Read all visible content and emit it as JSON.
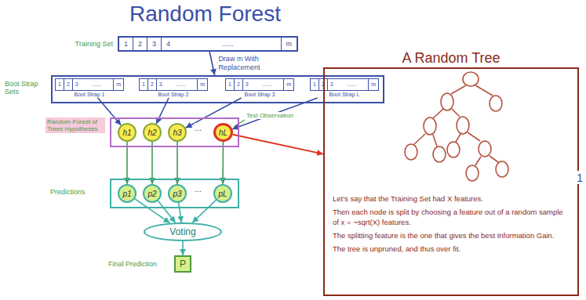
{
  "diagram": {
    "title": "Random Forest",
    "nodes": [
      {
        "text": [
          "Training Set",
          "1",
          "2",
          "3",
          "4",
          "......",
          "m"
        ]
      },
      {
        "text": [
          "Boot Strap Sets"
        ]
      },
      {
        "text": [
          "1",
          "2",
          "3",
          "......",
          "m",
          "Boot Strap 1"
        ],
        "in": 1
      },
      {
        "text": [
          "1",
          "2",
          "3",
          "......",
          "m",
          "Boot Strap 2"
        ],
        "in": 1
      },
      {
        "text": [
          "1",
          "2",
          "3",
          "......",
          "m",
          "Boot Strap 3"
        ],
        "in": 1
      },
      {
        "text": [
          "1",
          "2",
          "3",
          "......",
          "m",
          "Boot Strap L"
        ],
        "in": 1
      },
      {
        "text": [
          "Random Forest of Trees Hypotheses"
        ]
      },
      {
        "text": [
          "h1"
        ],
        "in": 6
      },
      {
        "text": [
          "h2"
        ],
        "in": 6
      },
      {
        "text": [
          "h3"
        ],
        "in": 6
      },
      {
        "text": [
          "hL"
        ],
        "in": 6
      },
      {
        "text": [
          "Predictions"
        ]
      },
      {
        "text": [
          "p1"
        ],
        "in": 11
      },
      {
        "text": [
          "p2"
        ],
        "in": 11
      },
      {
        "text": [
          "p3"
        ],
        "in": 11
      },
      {
        "text": [
          "pL"
        ],
        "in": 11
      },
      {
        "text": [
          "Voting"
        ]
      },
      {
        "text": [
          "Final Prediction",
          "P"
        ]
      },
      {
        "text": [
          "A Random Tree",
          "Let's say that the Training Set had X features.",
          "Then each node is split by choosing a feature out of a random sample of x = ~sqrt(X) features.",
          "The splitting feature is the one that gives the best Information Gain.",
          "The tree is unpruned, and thus over fit."
        ]
      }
    ],
    "edges": [
      {
        "from": 0,
        "to": 1,
        "arrow": "to",
        "label": "Draw m With Replacement"
      },
      {
        "from": 2,
        "to": 7,
        "arrow": "to"
      },
      {
        "from": 3,
        "to": 8,
        "arrow": "to"
      },
      {
        "from": 4,
        "to": 9,
        "arrow": "to"
      },
      {
        "from": 5,
        "to": 10,
        "arrow": "to"
      },
      {
        "from": 7,
        "to": 12,
        "arrow": "to"
      },
      {
        "from": 8,
        "to": 13,
        "arrow": "to"
      },
      {
        "from": 9,
        "to": 14,
        "arrow": "to"
      },
      {
        "from": 10,
        "to": 15,
        "arrow": "to"
      },
      {
        "from": 12,
        "to": 16,
        "arrow": "to"
      },
      {
        "from": 13,
        "to": 16,
        "arrow": "to"
      },
      {
        "from": 14,
        "to": 16,
        "arrow": "to"
      },
      {
        "from": 15,
        "to": 16,
        "arrow": "to"
      },
      {
        "from": 16,
        "to": 17,
        "arrow": "to"
      },
      {
        "from": 10,
        "to": 18,
        "arrow": "to"
      }
    ],
    "labels": [
      "...",
      "...",
      "Test Observation",
      "1"
    ]
  }
}
